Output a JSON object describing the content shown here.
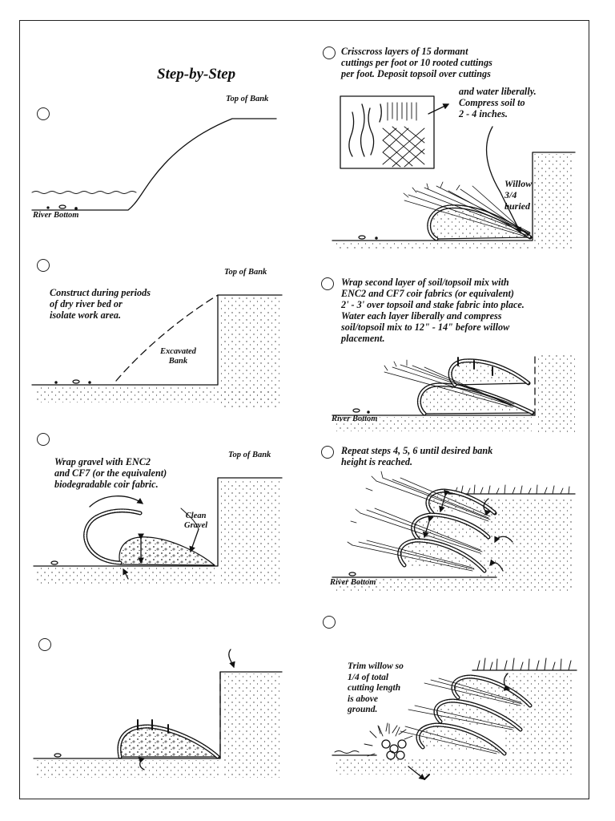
{
  "title": "Step-by-Step",
  "steps": [
    {
      "caption": "",
      "labels": {
        "top_of_bank": "Top of Bank",
        "river_bottom": "River Bottom"
      }
    },
    {
      "caption": "Construct during periods\nof dry river bed or\nisolate work area.",
      "labels": {
        "top_of_bank": "Top of Bank",
        "excavated_bank": "Excavated\nBank"
      }
    },
    {
      "caption": "Wrap gravel with ENC2\nand CF7 (or the equivalent)\nbiodegradable coir fabric.",
      "labels": {
        "top_of_bank": "Top of Bank",
        "clean_gravel": "Clean\nGravel"
      }
    },
    {
      "caption": "",
      "labels": {}
    },
    {
      "caption": "Crisscross layers of 15 dormant\ncuttings per foot or 10 rooted cuttings\nper foot. Deposit topsoil over cuttings",
      "caption_cont": "and water liberally.\nCompress soil to\n2 - 4 inches.",
      "labels": {
        "willow": "Willow\n3/4\nburied"
      }
    },
    {
      "caption": "Wrap second layer of soil/topsoil mix with\nENC2 and CF7 coir fabrics (or equivalent)\n2' - 3' over topsoil and stake fabric into place.\nWater each layer liberally and compress\nsoil/topsoil mix to 12\" - 14\" before willow\nplacement.",
      "labels": {
        "river_bottom": "River Bottom"
      }
    },
    {
      "caption": "Repeat steps 4, 5, 6 until desired bank\nheight is reached.",
      "labels": {
        "river_bottom": "River Bottom"
      }
    },
    {
      "caption": "Trim willow so\n1/4 of total\ncutting length\nis above\nground.",
      "labels": {}
    }
  ]
}
